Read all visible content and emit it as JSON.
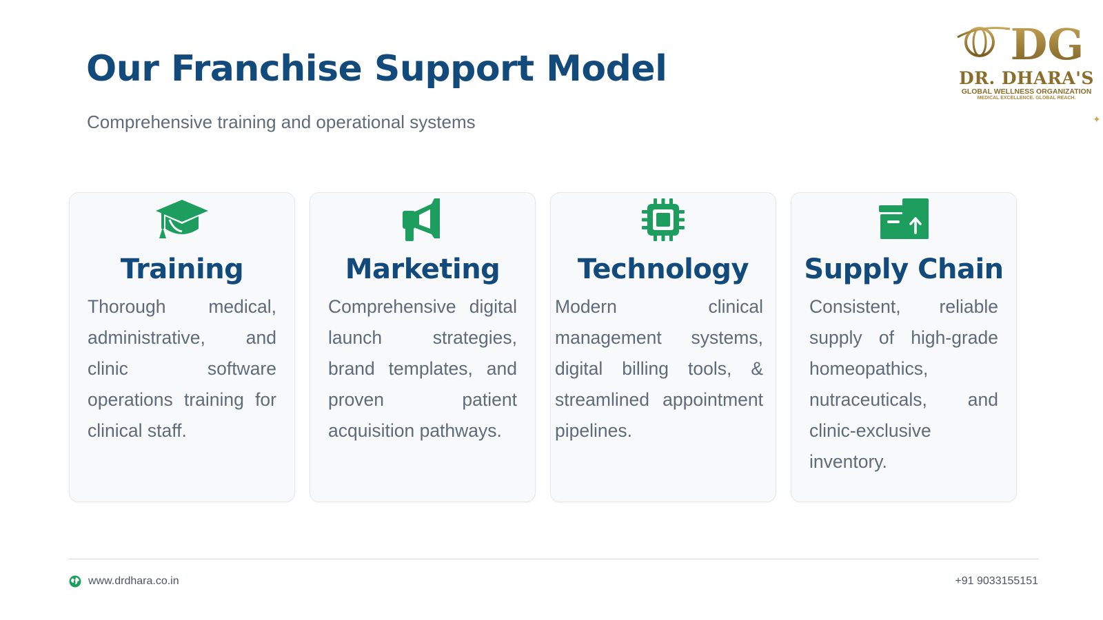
{
  "header": {
    "title": "Our Franchise Support Model",
    "subtitle": "Comprehensive training and operational systems"
  },
  "logo": {
    "monogram": "DG",
    "name": "DR. DHARA'S",
    "org": "GLOBAL WELLNESS ORGANIZATION",
    "tagline": "MEDICAL EXCELLENCE. GLOBAL REACH.",
    "color": "#8a6d2a"
  },
  "cards": [
    {
      "icon": "graduation-cap-icon",
      "title": "Training",
      "text": "Thorough medical, administrative, and clinic software operations training for clinical staff."
    },
    {
      "icon": "megaphone-icon",
      "title": "Marketing",
      "text": "Comprehensive digital launch strategies, brand templates, and proven patient acquisition pathways."
    },
    {
      "icon": "microchip-icon",
      "title": "Technology",
      "text": "Modern clinical management systems, digital billing tools, & streamlined appointment pipelines."
    },
    {
      "icon": "supply-boxes-icon",
      "title": "Supply Chain",
      "text": "Consistent, reliable supply of high-grade homeopathics, nutraceuticals, and clinic-exclusive inventory."
    }
  ],
  "footer": {
    "website": "www.drdhara.co.in",
    "phone": "+91 9033155151"
  },
  "colors": {
    "title": "#134a7c",
    "icon": "#1e9e5e",
    "text": "#5f6b7a",
    "gold": "#8a6d2a"
  }
}
